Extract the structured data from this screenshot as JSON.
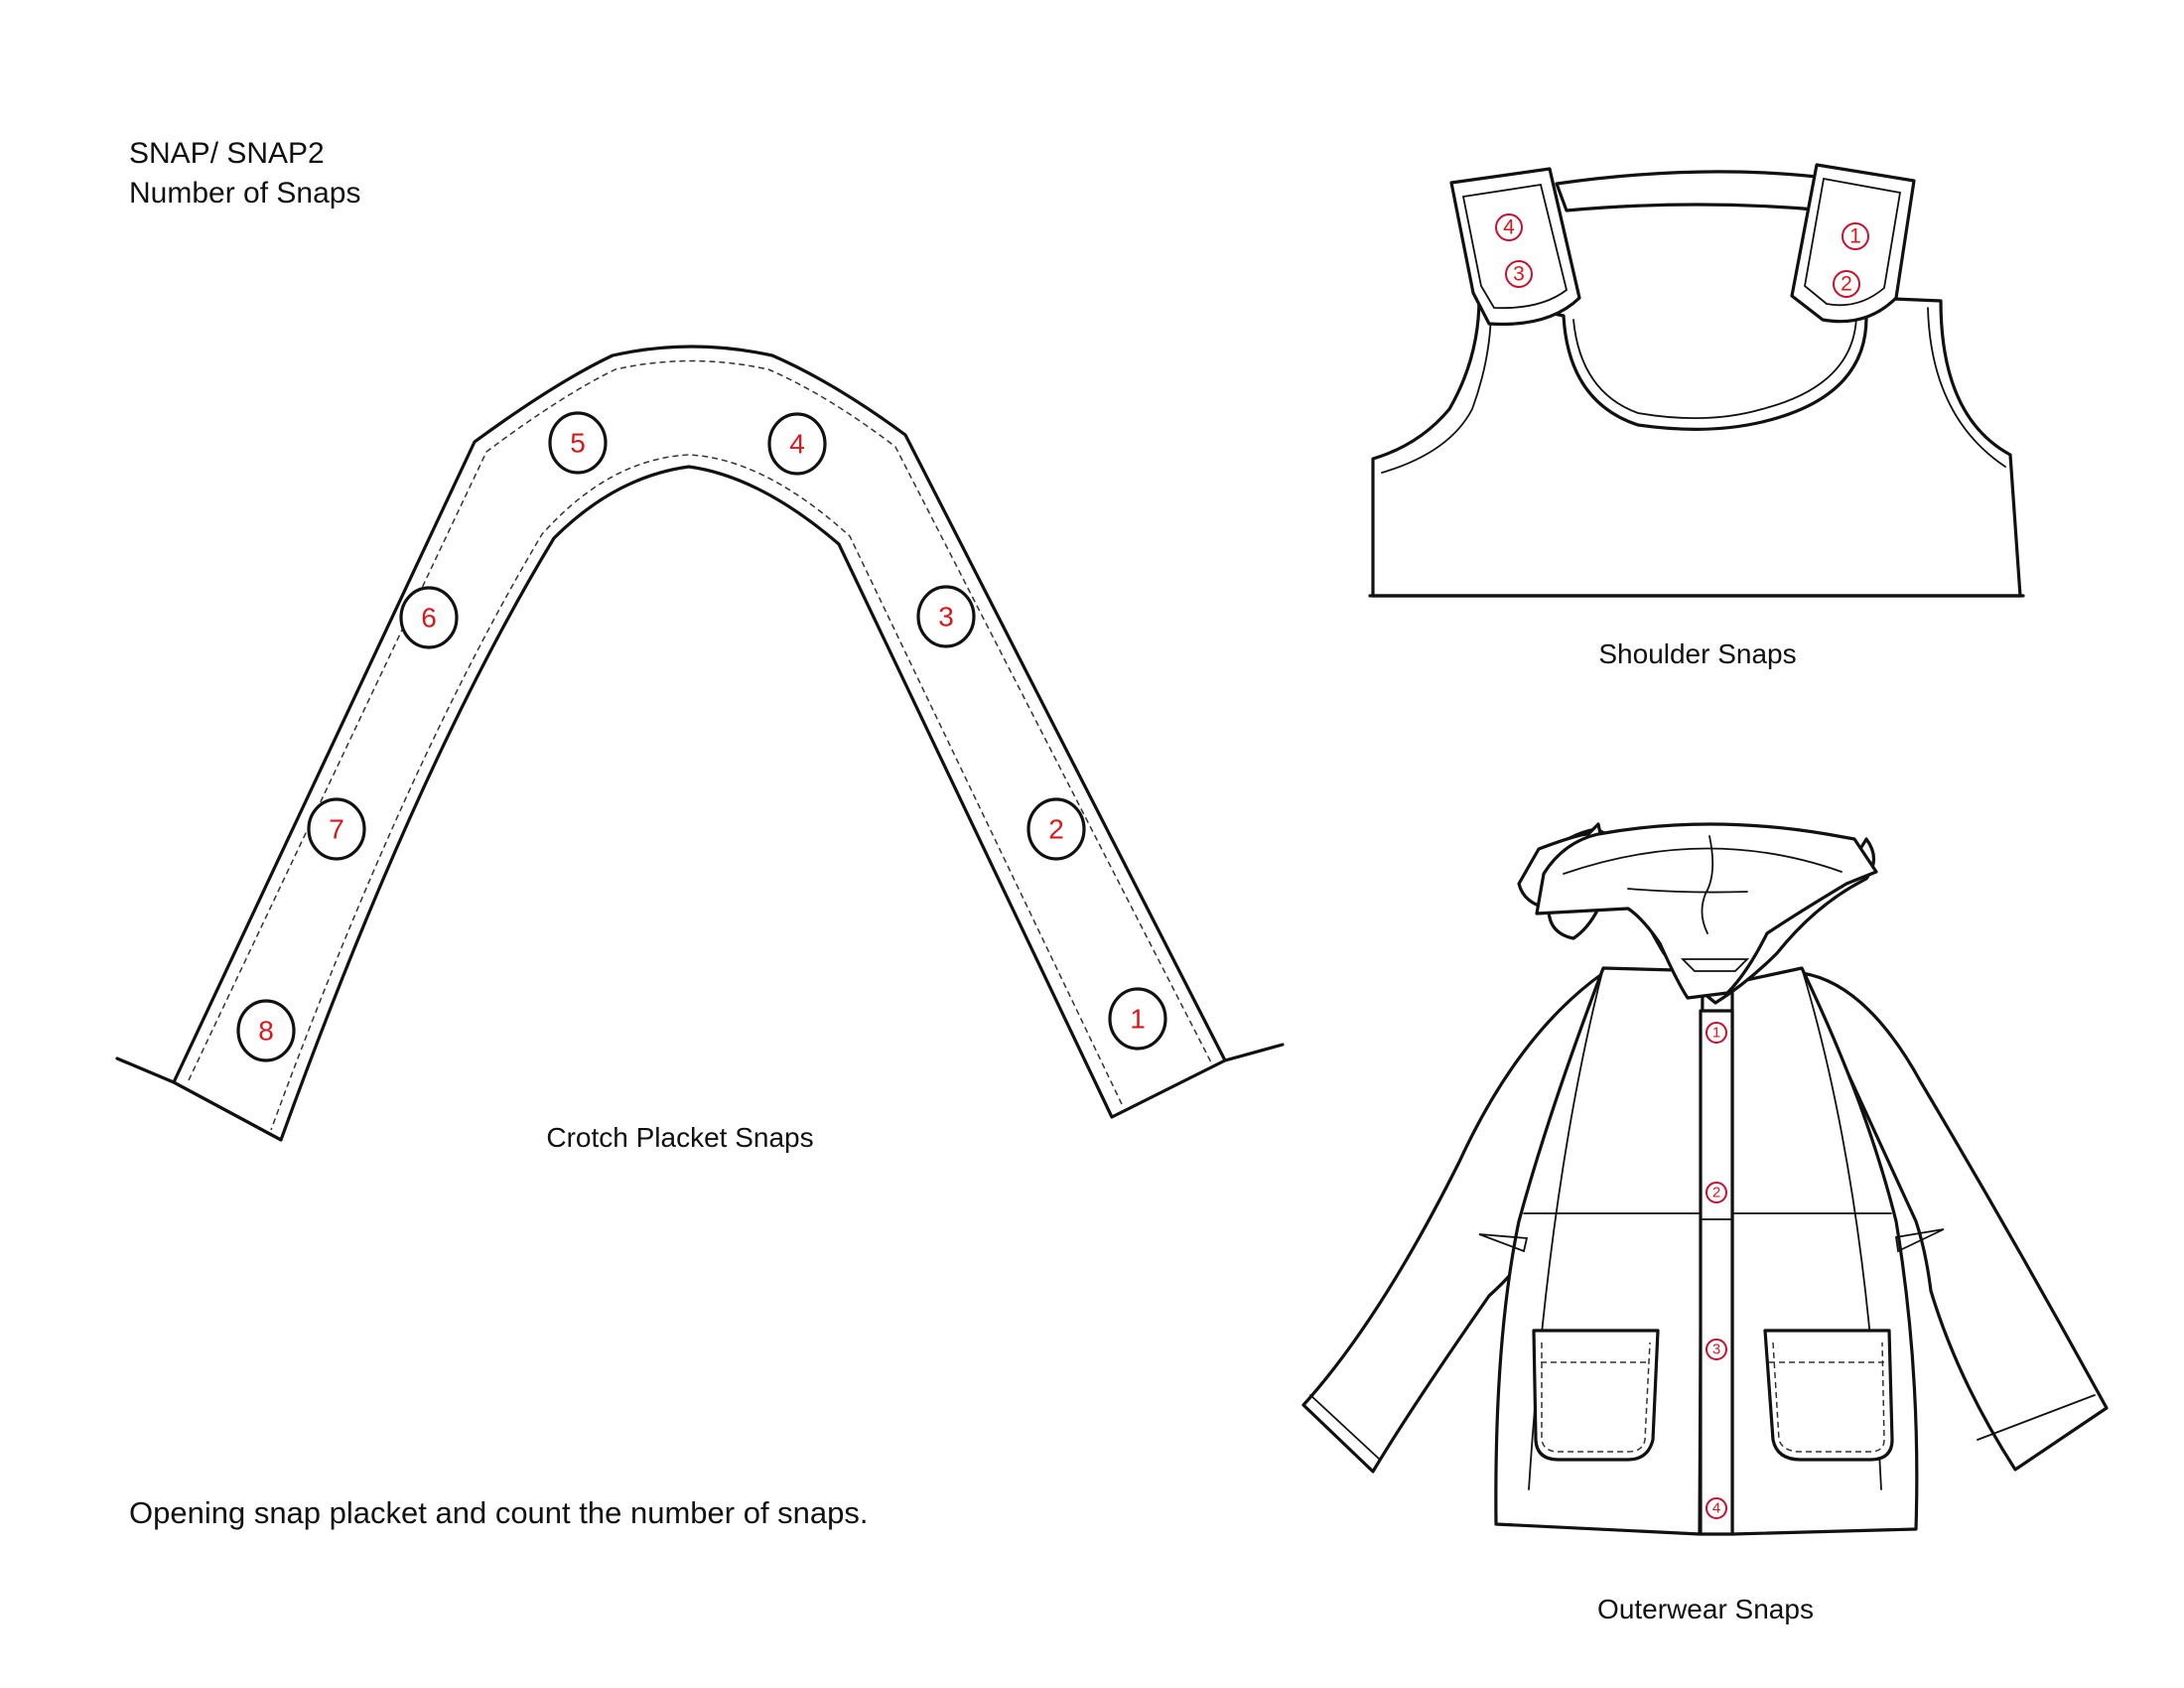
{
  "header": {
    "title": "SNAP/ SNAP2",
    "subtitle": "Number of Snaps"
  },
  "instruction": "Opening snap placket and count the number of snaps.",
  "accent_color": "#d7191c",
  "diagrams": {
    "crotch": {
      "caption": "Crotch Placket Snaps",
      "snaps": [
        "1",
        "2",
        "3",
        "4",
        "5",
        "6",
        "7",
        "8"
      ],
      "snap_count": 8
    },
    "shoulder": {
      "caption": "Shoulder Snaps",
      "snaps": [
        "1",
        "2",
        "3",
        "4"
      ],
      "snap_count": 4
    },
    "outerwear": {
      "caption": "Outerwear Snaps",
      "snaps": [
        "1",
        "2",
        "3",
        "4"
      ],
      "snap_count": 4
    }
  }
}
